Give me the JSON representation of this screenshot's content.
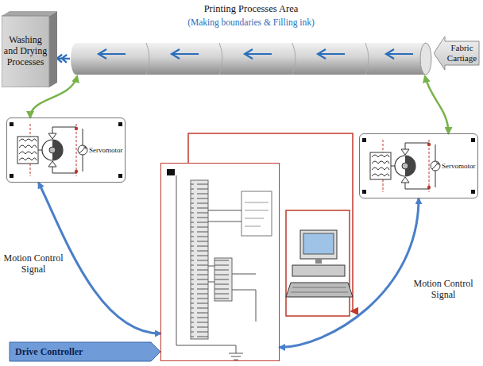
{
  "diagram": {
    "nodes": [
      {
        "text": [
          "Printing Processes Area",
          "(Making boundaries & Filling ink)"
        ]
      },
      {
        "text": [
          "Washing and Drying Processes"
        ]
      },
      {
        "text": [
          "Fabric Cartiage"
        ]
      },
      {
        "text": [
          "Servomotor"
        ]
      },
      {
        "text": [
          "Servomotor"
        ]
      },
      {
        "text": [
          "Drive Controller"
        ]
      }
    ],
    "edges": [
      {
        "from": 0,
        "to": 1,
        "arrow": "to"
      },
      {
        "from": 0,
        "to": 3,
        "arrow": "both"
      },
      {
        "from": 0,
        "to": 4,
        "arrow": "both"
      },
      {
        "from": 3,
        "to": 5,
        "label": "Motion Control Signal",
        "arrow": "both"
      },
      {
        "from": 4,
        "to": 5,
        "label": "Motion Control Signal",
        "arrow": "both"
      }
    ]
  }
}
